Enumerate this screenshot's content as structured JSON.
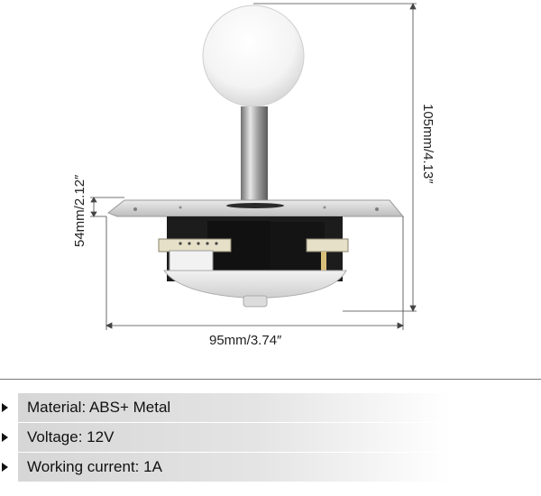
{
  "dimensions": {
    "height_label": "105mm/4.13″",
    "plate_height_label": "54mm/2.12″",
    "width_label": "95mm/3.74″"
  },
  "specs": [
    {
      "text": "Material: ABS+ Metal"
    },
    {
      "text": "Voltage: 12V"
    },
    {
      "text": "Working current: 1A"
    }
  ],
  "colors": {
    "ball_top": "#f4f4f4",
    "shaft": "#b8b8b8",
    "plate": "#d9d9d9",
    "body": "#1a1a1a",
    "pcb": "#e6e0c8",
    "base": "#e8e8e8"
  },
  "icons": [
    "joystick-product-image",
    "bullet-arrow-icon"
  ]
}
